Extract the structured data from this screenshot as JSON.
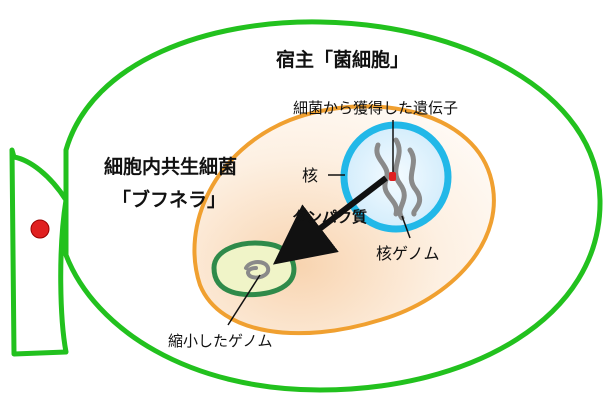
{
  "labels": {
    "host_title": "宿主「菌細胞」",
    "endosymbiont_line1": "細胞内共生細菌",
    "endosymbiont_line2": "「ブフネラ」",
    "transferred_gene": "細菌から獲得した遺伝子",
    "nucleus": "核",
    "protein": "タンパク質",
    "nuclear_genome": "核ゲノム",
    "reduced_genome": "縮小したゲノム"
  },
  "colors": {
    "host_outline": "#22c11e",
    "cell_outline": "#f0a030",
    "nucleus_outline": "#22b8e8",
    "nucleus_fill": "#d8f0ff",
    "symbiont_outline": "#2f8a4a",
    "symbiont_fill": "#f0f4c8",
    "marker_red": "#e02020",
    "genome_gray": "#8a8a8a"
  }
}
